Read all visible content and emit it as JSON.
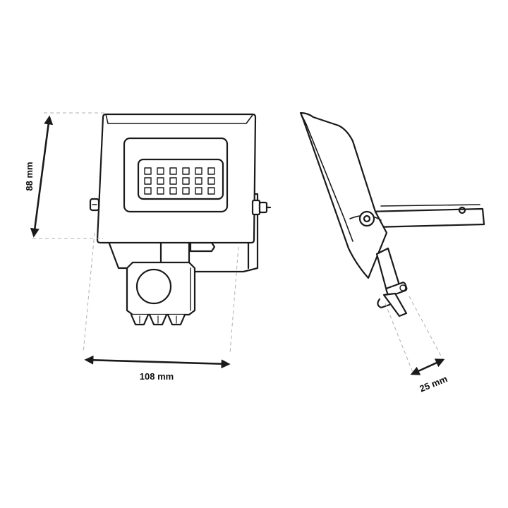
{
  "dimensions": {
    "height": "88 mm",
    "width": "108 mm",
    "depth": "25 mm"
  },
  "colors": {
    "outline": "#1a1a1a",
    "dash": "#b0b0b0",
    "background": "#ffffff"
  },
  "views": {
    "front": "front-view-floodlight-with-motion-sensor",
    "side": "side-view-floodlight-with-bracket"
  }
}
